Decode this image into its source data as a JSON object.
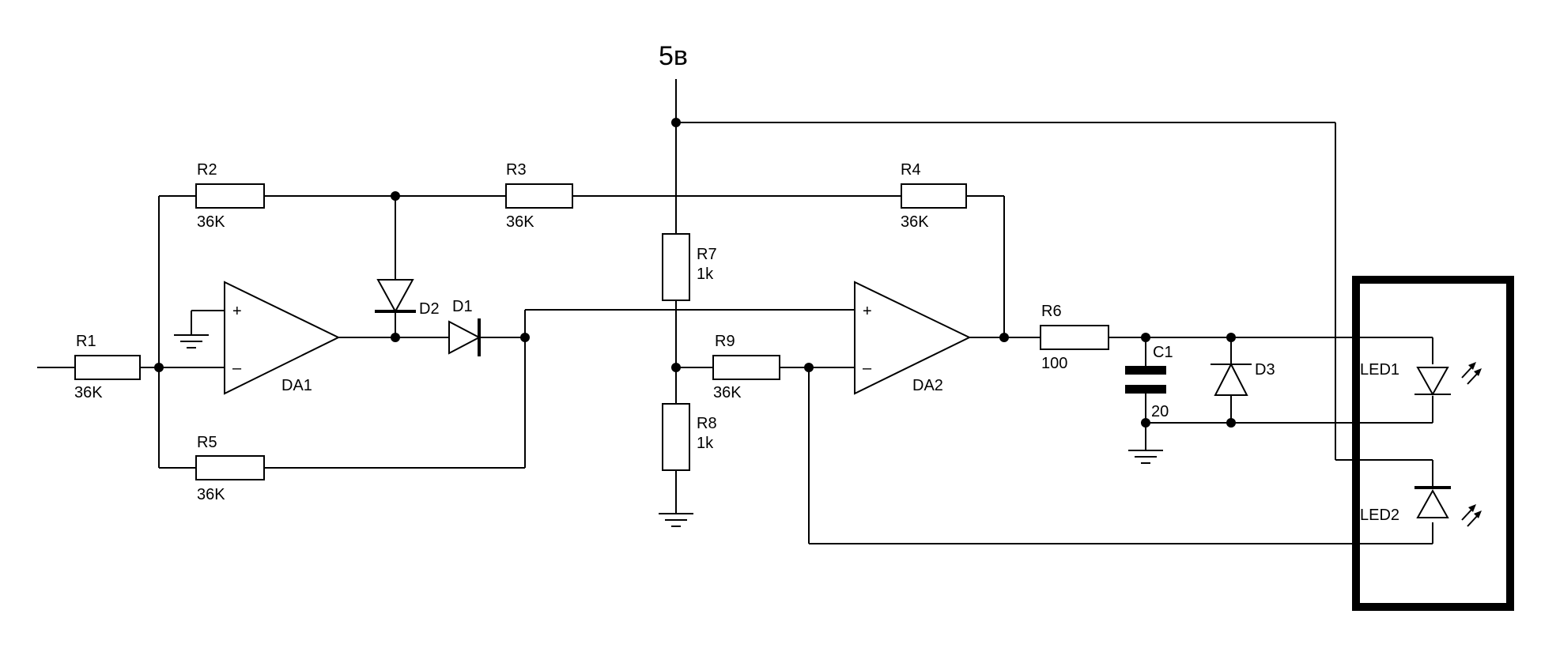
{
  "supply": {
    "label": "5в"
  },
  "resistors": {
    "R1": {
      "name": "R1",
      "value": "36K"
    },
    "R2": {
      "name": "R2",
      "value": "36K"
    },
    "R3": {
      "name": "R3",
      "value": "36K"
    },
    "R4": {
      "name": "R4",
      "value": "36K"
    },
    "R5": {
      "name": "R5",
      "value": "36K"
    },
    "R6": {
      "name": "R6",
      "value": "100"
    },
    "R7": {
      "name": "R7",
      "value": "1k"
    },
    "R8": {
      "name": "R8",
      "value": "1k"
    },
    "R9": {
      "name": "R9",
      "value": "36K"
    }
  },
  "capacitors": {
    "C1": {
      "name": "C1",
      "value": "20"
    }
  },
  "diodes": {
    "D1": "D1",
    "D2": "D2",
    "D3": "D3"
  },
  "leds": {
    "LED1": "LED1",
    "LED2": "LED2"
  },
  "opamps": {
    "DA1": {
      "name": "DA1",
      "plus": "+",
      "minus": "–"
    },
    "DA2": {
      "name": "DA2",
      "plus": "+",
      "minus": "–"
    }
  },
  "colors": {
    "line": "#000000",
    "background": "#ffffff"
  }
}
